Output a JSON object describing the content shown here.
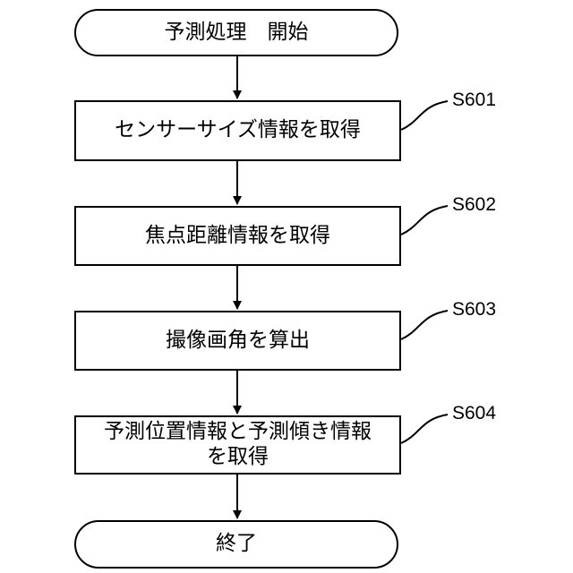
{
  "flowchart": {
    "start": "予測処理　開始",
    "steps": [
      {
        "id": "S601",
        "text": "センサーサイズ情報を取得"
      },
      {
        "id": "S602",
        "text": "焦点距離情報を取得"
      },
      {
        "id": "S603",
        "text": "撮像画角を算出"
      },
      {
        "id": "S604",
        "line1": "予測位置情報と予測傾き情報",
        "line2": "を取得"
      }
    ],
    "end": "終了"
  }
}
